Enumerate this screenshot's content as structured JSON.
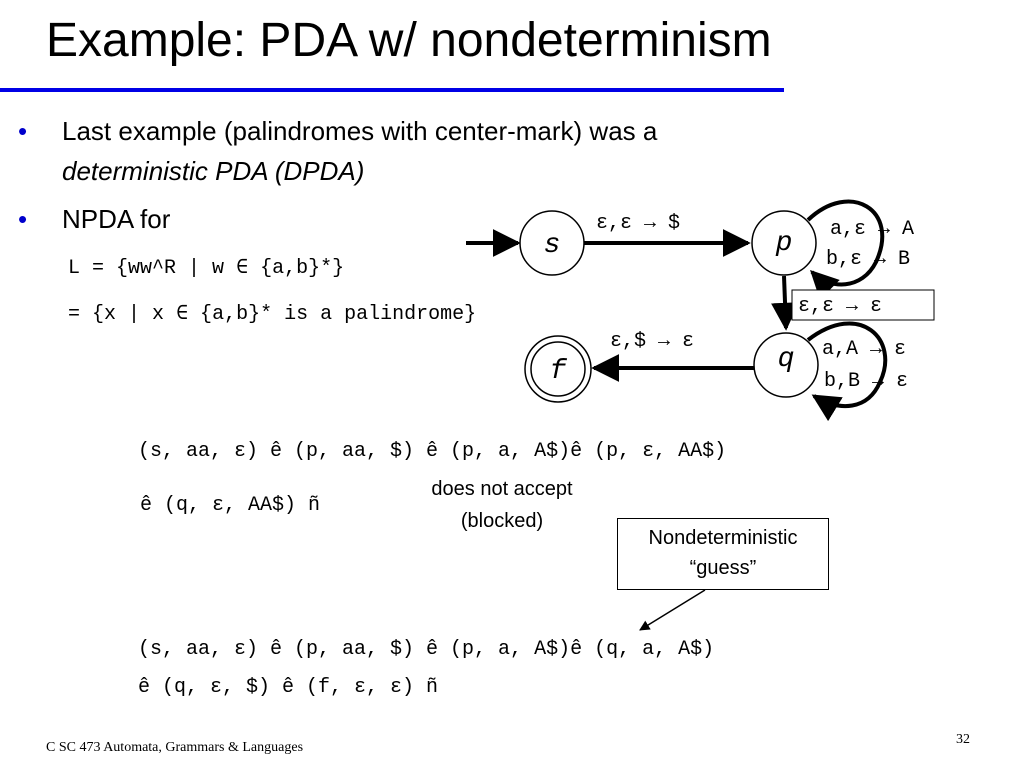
{
  "title": "Example: PDA w/ nondeterminism",
  "bullets": [
    {
      "line1": "Last example (palindromes with center-mark) was a",
      "line2": "deterministic PDA (DPDA)"
    },
    {
      "line1": "NPDA for"
    }
  ],
  "language_def": {
    "line1": "L = {ww^R | w ∈ {a,b}*}",
    "line2": "= {x | x ∈ {a,b}* is a palindrome}"
  },
  "diagram": {
    "states": [
      "s",
      "p",
      "q",
      "f"
    ],
    "transitions": {
      "s_to_p": "ε,ε → $",
      "p_loop_1": "a,ε → A",
      "p_loop_2": "b,ε → B",
      "p_to_q": "ε,ε → ε",
      "q_loop_1": "a,A → ε",
      "q_loop_2": "b,B → ε",
      "q_to_f": "ε,$ → ε"
    }
  },
  "computation1": {
    "line1": "(s, aa, ε) ê (p, aa, $) ê (p, a, A$)ê (p, ε, AA$)",
    "line2": "ê (q, ε, AA$) ñ",
    "note_line1": "does not accept",
    "note_line2": "(blocked)"
  },
  "guess_box": {
    "line1": "Nondeterministic",
    "line2": "“guess”"
  },
  "computation2": {
    "line1": "(s, aa, ε) ê (p, aa, $) ê (p, a, A$)ê (q, a, A$)",
    "line2": "ê (q, ε, $) ê (f, ε, ε) ñ"
  },
  "footer": "C SC 473 Automata, Grammars & Languages",
  "page_number": "32",
  "colors": {
    "accent_rule": "#0000e6",
    "bullet": "#0000cc"
  }
}
